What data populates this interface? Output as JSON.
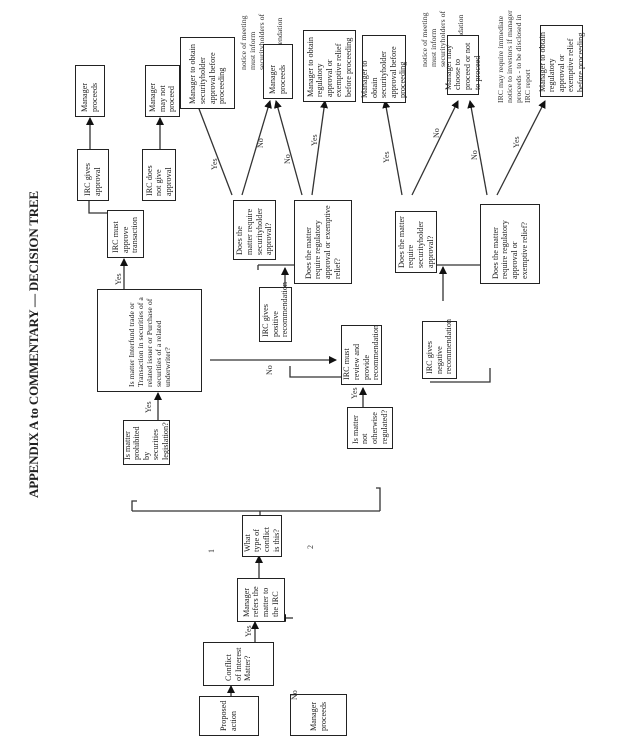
{
  "title": "APPENDIX A to COMMENTARY — DECISION TREE",
  "nodes": {
    "proposed_action": "Proposed action",
    "conflict_question": "Conflict of Interest Matter?",
    "manager_proceeds_no_conflict": "Manager proceeds",
    "manager_refers": "Manager refers the matter to the IRC",
    "conflict_type": "What type of conflict is this?",
    "prohibited_by_legislation": "Is matter prohibited by securities legislation?",
    "not_otherwise_regulated": "Is matter not otherwise regulated?",
    "interfund_trade": "Is matter Interfund trade or Transaction in securities of a related issuer or Purchase of securities of a related underwriter?",
    "irc_must_approve": "IRC must approve transaction",
    "irc_gives_approval": "IRC gives approval",
    "irc_no_approval": "IRC does not give approval",
    "manager_proceeds_approved": "Manager proceeds",
    "manager_may_not_proceed": "Manager may not proceed",
    "irc_review": "IRC must review and provide recommendation",
    "irc_positive": "IRC gives positive recommendation",
    "irc_negative": "IRC gives negative recommendation",
    "pos_securityholder_q": "Does the matter require securityholder approval?",
    "pos_regulatory_q": "Does the matter require regulatory approval or exemptive relief?",
    "neg_securityholder_q": "Does the matter require securityholder approval?",
    "neg_regulatory_q": "Does the matter require regulatory approval or exemptive relief?",
    "pos_obtain_securityholder": "Manager to obtain securityholder approval before proceeding",
    "pos_manager_proceeds": "Manager proceeds",
    "pos_obtain_regulatory": "Manager to obtain regulatory approval or exemptive relief before proceeding",
    "neg_obtain_securityholder": "Manager to obtain securityholder approval before proceeding",
    "neg_may_choose": "Manager may choose to proceed or not to proceed",
    "neg_obtain_regulatory": "Manager to obtain regulatory approval or exemptive relief before proceeding"
  },
  "notes": {
    "pos_notice": "notice of meeting must inform securityholders of IRC recommendation",
    "neg_notice": "notice of meeting must inform securityholders of IRC recommendation",
    "irc_immediate_notice": "IRC may require immediate notice to investors if manager proceeds - to be disclosed in IRC report"
  },
  "edge_labels": {
    "yes": "Yes",
    "no": "No",
    "type_1": "1",
    "type_2": "2"
  }
}
